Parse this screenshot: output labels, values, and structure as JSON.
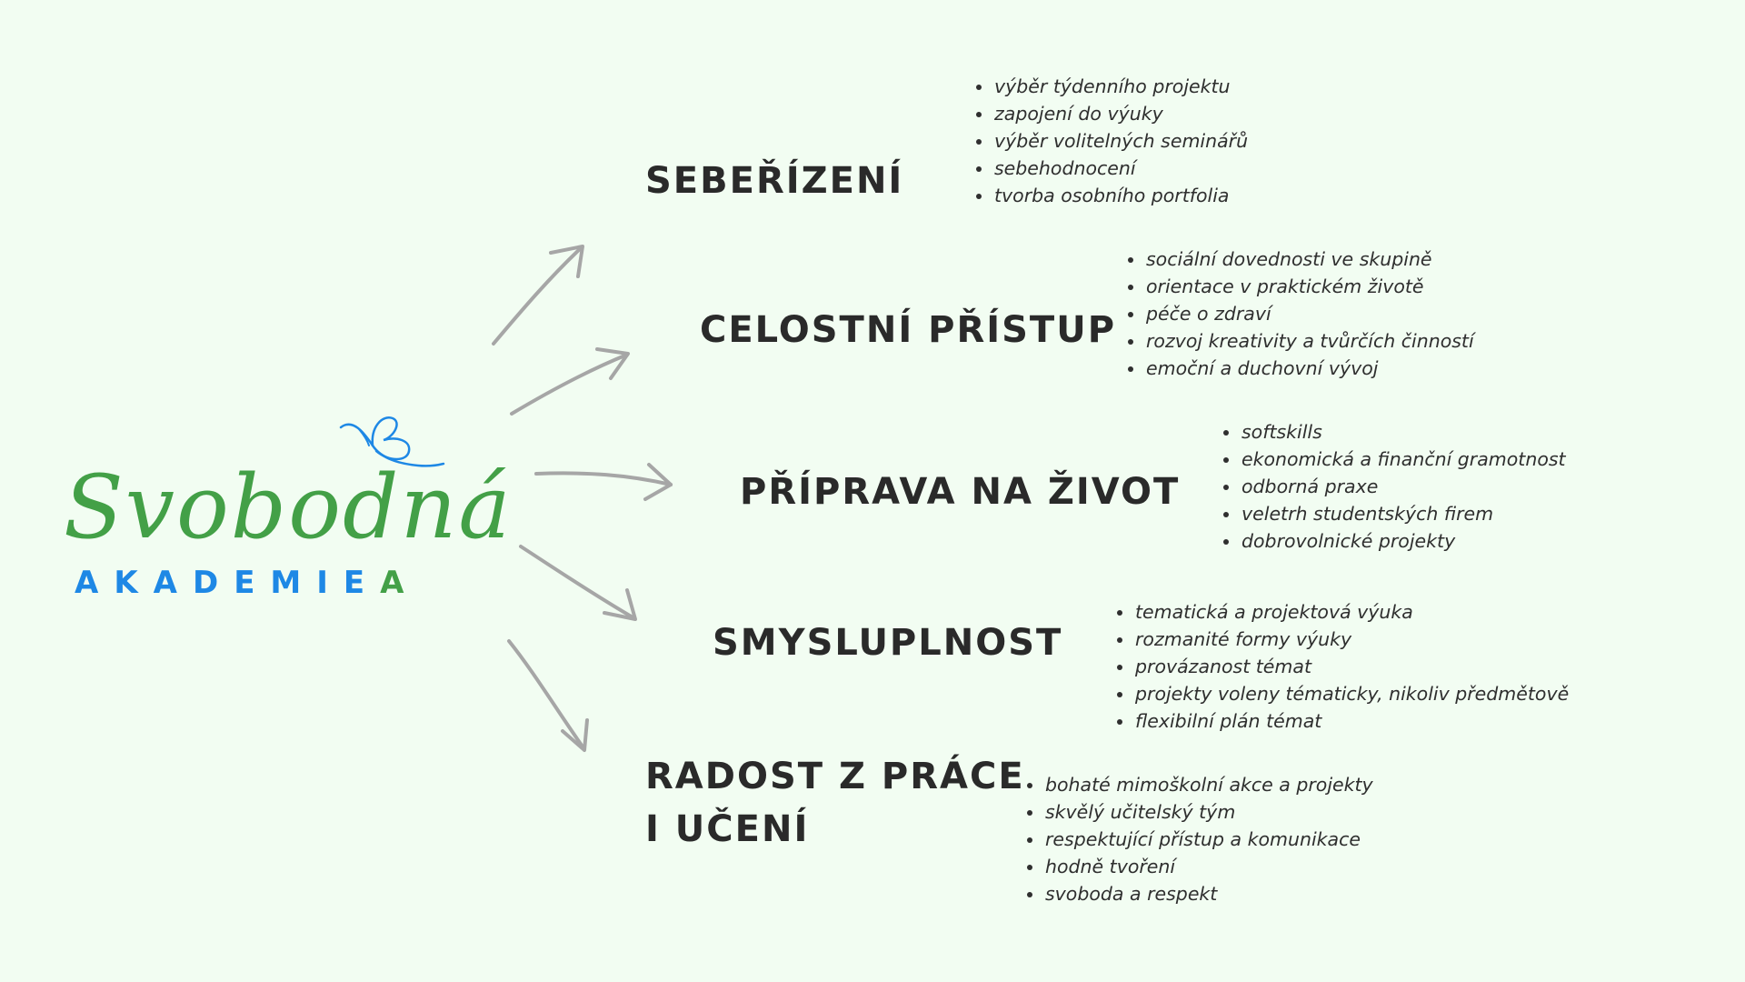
{
  "logo": {
    "script_text": "Svobodná",
    "sub_text_blue": "AKADEMIE",
    "sub_text_green": "A",
    "colors": {
      "green": "#43a047",
      "blue": "#1e88e5"
    },
    "icon": "butterfly-icon"
  },
  "colors": {
    "background": "#f2fdf2",
    "heading": "#2a2a2a",
    "text": "#2f2f2f",
    "arrow": "#a6a6a6"
  },
  "branches": [
    {
      "heading": [
        "SEBEŘÍZENÍ"
      ],
      "items": [
        "výběr týdenního projektu",
        "zapojení do výuky",
        "výběr volitelných seminářů",
        "sebehodnocení",
        "tvorba osobního portfolia"
      ]
    },
    {
      "heading": [
        "CELOSTNÍ PŘÍSTUP"
      ],
      "items": [
        "sociální dovednosti ve skupině",
        "orientace v praktickém životě",
        "péče o zdraví",
        "rozvoj kreativity a tvůrčích činností",
        "emoční a duchovní vývoj"
      ]
    },
    {
      "heading": [
        "PŘÍPRAVA NA ŽIVOT"
      ],
      "items": [
        "softskills",
        "ekonomická a finanční gramotnost",
        "odborná praxe",
        "veletrh studentských firem",
        "dobrovolnické projekty"
      ]
    },
    {
      "heading": [
        "SMYSLUPLNOST"
      ],
      "items": [
        "tematická a projektová výuka",
        "rozmanité formy výuky",
        "provázanost témat",
        "projekty voleny tématicky, nikoliv předmětově",
        "flexibilní plán témat"
      ]
    },
    {
      "heading": [
        "RADOST Z PRÁCE",
        "I UČENÍ"
      ],
      "items": [
        "bohaté mimoškolní akce a projekty",
        "skvělý učitelský tým",
        "respektující přístup a komunikace",
        "hodně tvoření",
        "svoboda a respekt"
      ]
    }
  ]
}
